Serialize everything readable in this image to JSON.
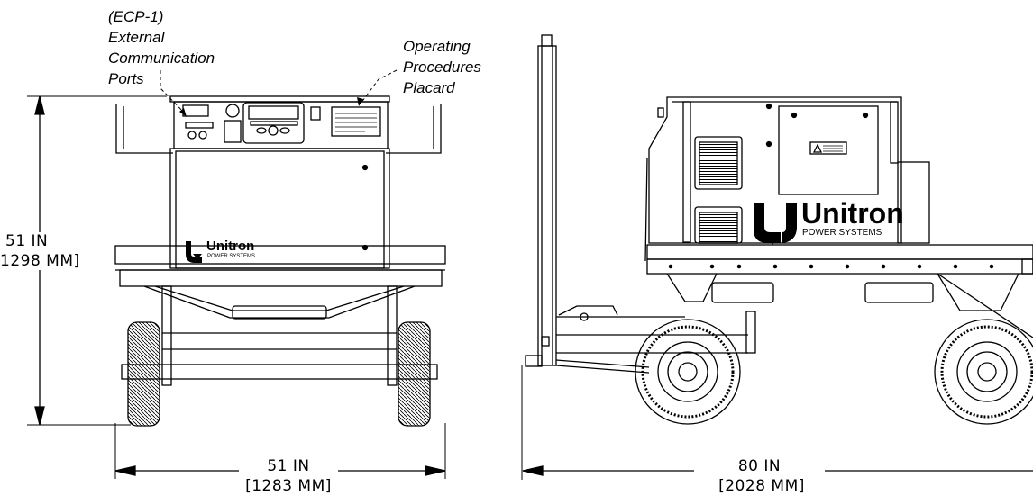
{
  "callouts": {
    "ecp_line1": "(ECP-1)",
    "ecp_line2": "External",
    "ecp_line3": "Communication",
    "ecp_line4": "Ports",
    "placard_line1": "Operating",
    "placard_line2": "Procedures",
    "placard_line3": "Placard"
  },
  "dimensions": {
    "height_in": "51 IN",
    "height_mm": "1298 MM]",
    "front_width_in": "51 IN",
    "front_width_mm": "[1283 MM]",
    "side_length_in": "80 IN",
    "side_length_mm": "[2028 MM]"
  },
  "branding": {
    "front_name": "Unitron",
    "front_sub": "POWER SYSTEMS",
    "side_name": "Unitron",
    "side_sub": "POWER SYSTEMS"
  }
}
